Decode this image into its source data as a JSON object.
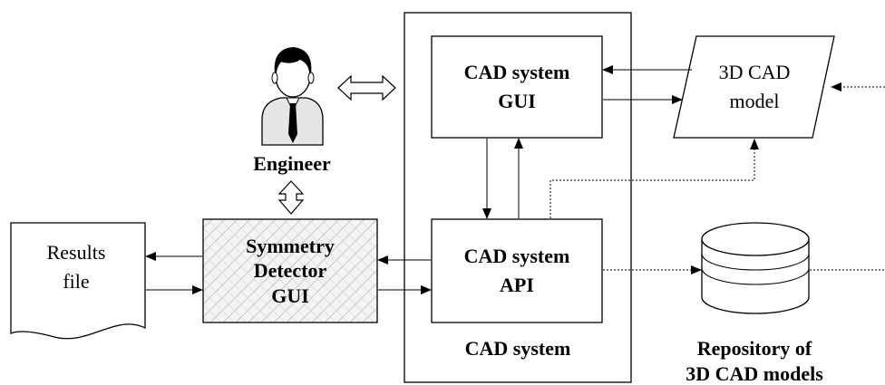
{
  "labels": {
    "engineer": "Engineer",
    "cad_gui_line1": "CAD system",
    "cad_gui_line2": "GUI",
    "cad_api_line1": "CAD system",
    "cad_api_line2": "API",
    "cad_system": "CAD system",
    "model_line1": "3D CAD",
    "model_line2": "model",
    "results_line1": "Results",
    "results_line2": "file",
    "sym_line1": "Symmetry",
    "sym_line2": "Detector",
    "sym_line3": "GUI",
    "repo_line1": "Repository of",
    "repo_line2": "3D CAD models"
  },
  "colors": {
    "stroke": "#000000",
    "background": "#ffffff",
    "hatch": "#cccccc",
    "hatch_fill": "#f4f4f4"
  }
}
